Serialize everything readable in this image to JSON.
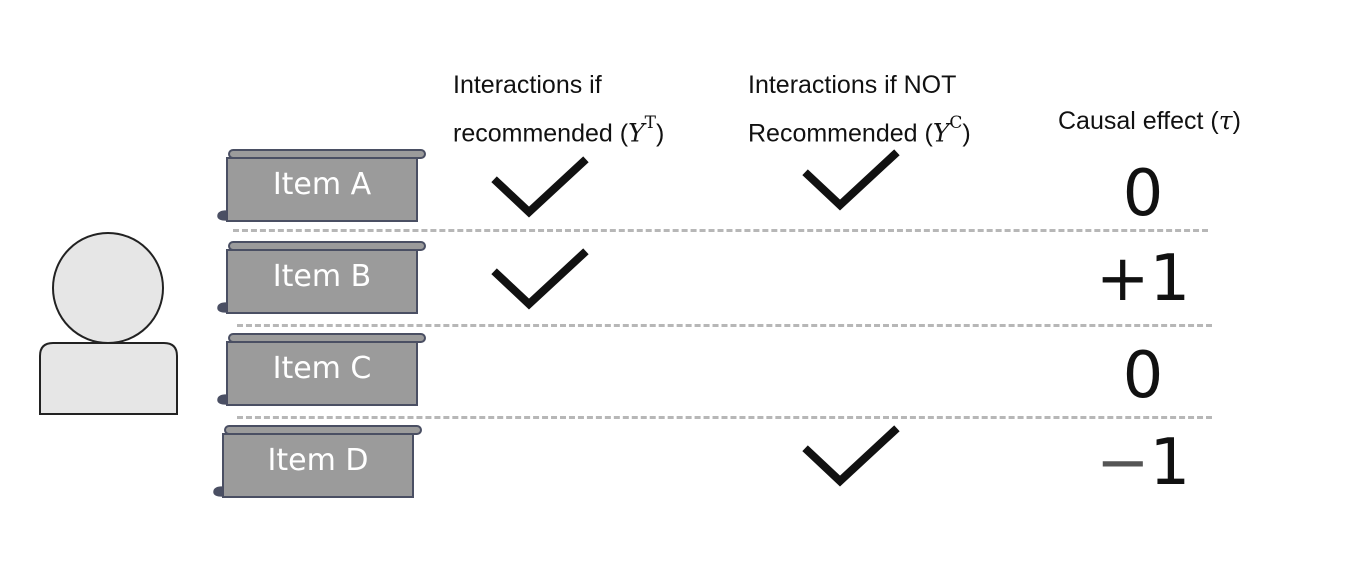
{
  "headers": {
    "treatment": {
      "line1": "Interactions if",
      "line2": "recommended (",
      "symbol": "Y",
      "superscript": "T",
      "close": ")"
    },
    "control": {
      "line1": "Interactions if NOT",
      "line2": "Recommended (",
      "symbol": "Y",
      "superscript": "C",
      "close": ")"
    },
    "effect": {
      "text": "Causal effect (",
      "symbol": "τ",
      "close": ")"
    }
  },
  "rows": [
    {
      "item": "Item A",
      "treated_check": true,
      "control_check": true,
      "effect": "0"
    },
    {
      "item": "Item B",
      "treated_check": true,
      "control_check": false,
      "effect": "+1"
    },
    {
      "item": "Item C",
      "treated_check": false,
      "control_check": false,
      "effect": "0"
    },
    {
      "item": "Item D",
      "treated_check": false,
      "control_check": true,
      "effect": "−1"
    }
  ],
  "icons": {
    "user": "user-avatar-icon",
    "item": "scroll-icon",
    "check": "check-icon"
  },
  "colors": {
    "item_fill": "#9b9b9b",
    "item_stroke": "#4a4f63",
    "avatar_fill": "#e6e6e6",
    "divider": "#b7b7b7",
    "check": "#111111"
  }
}
